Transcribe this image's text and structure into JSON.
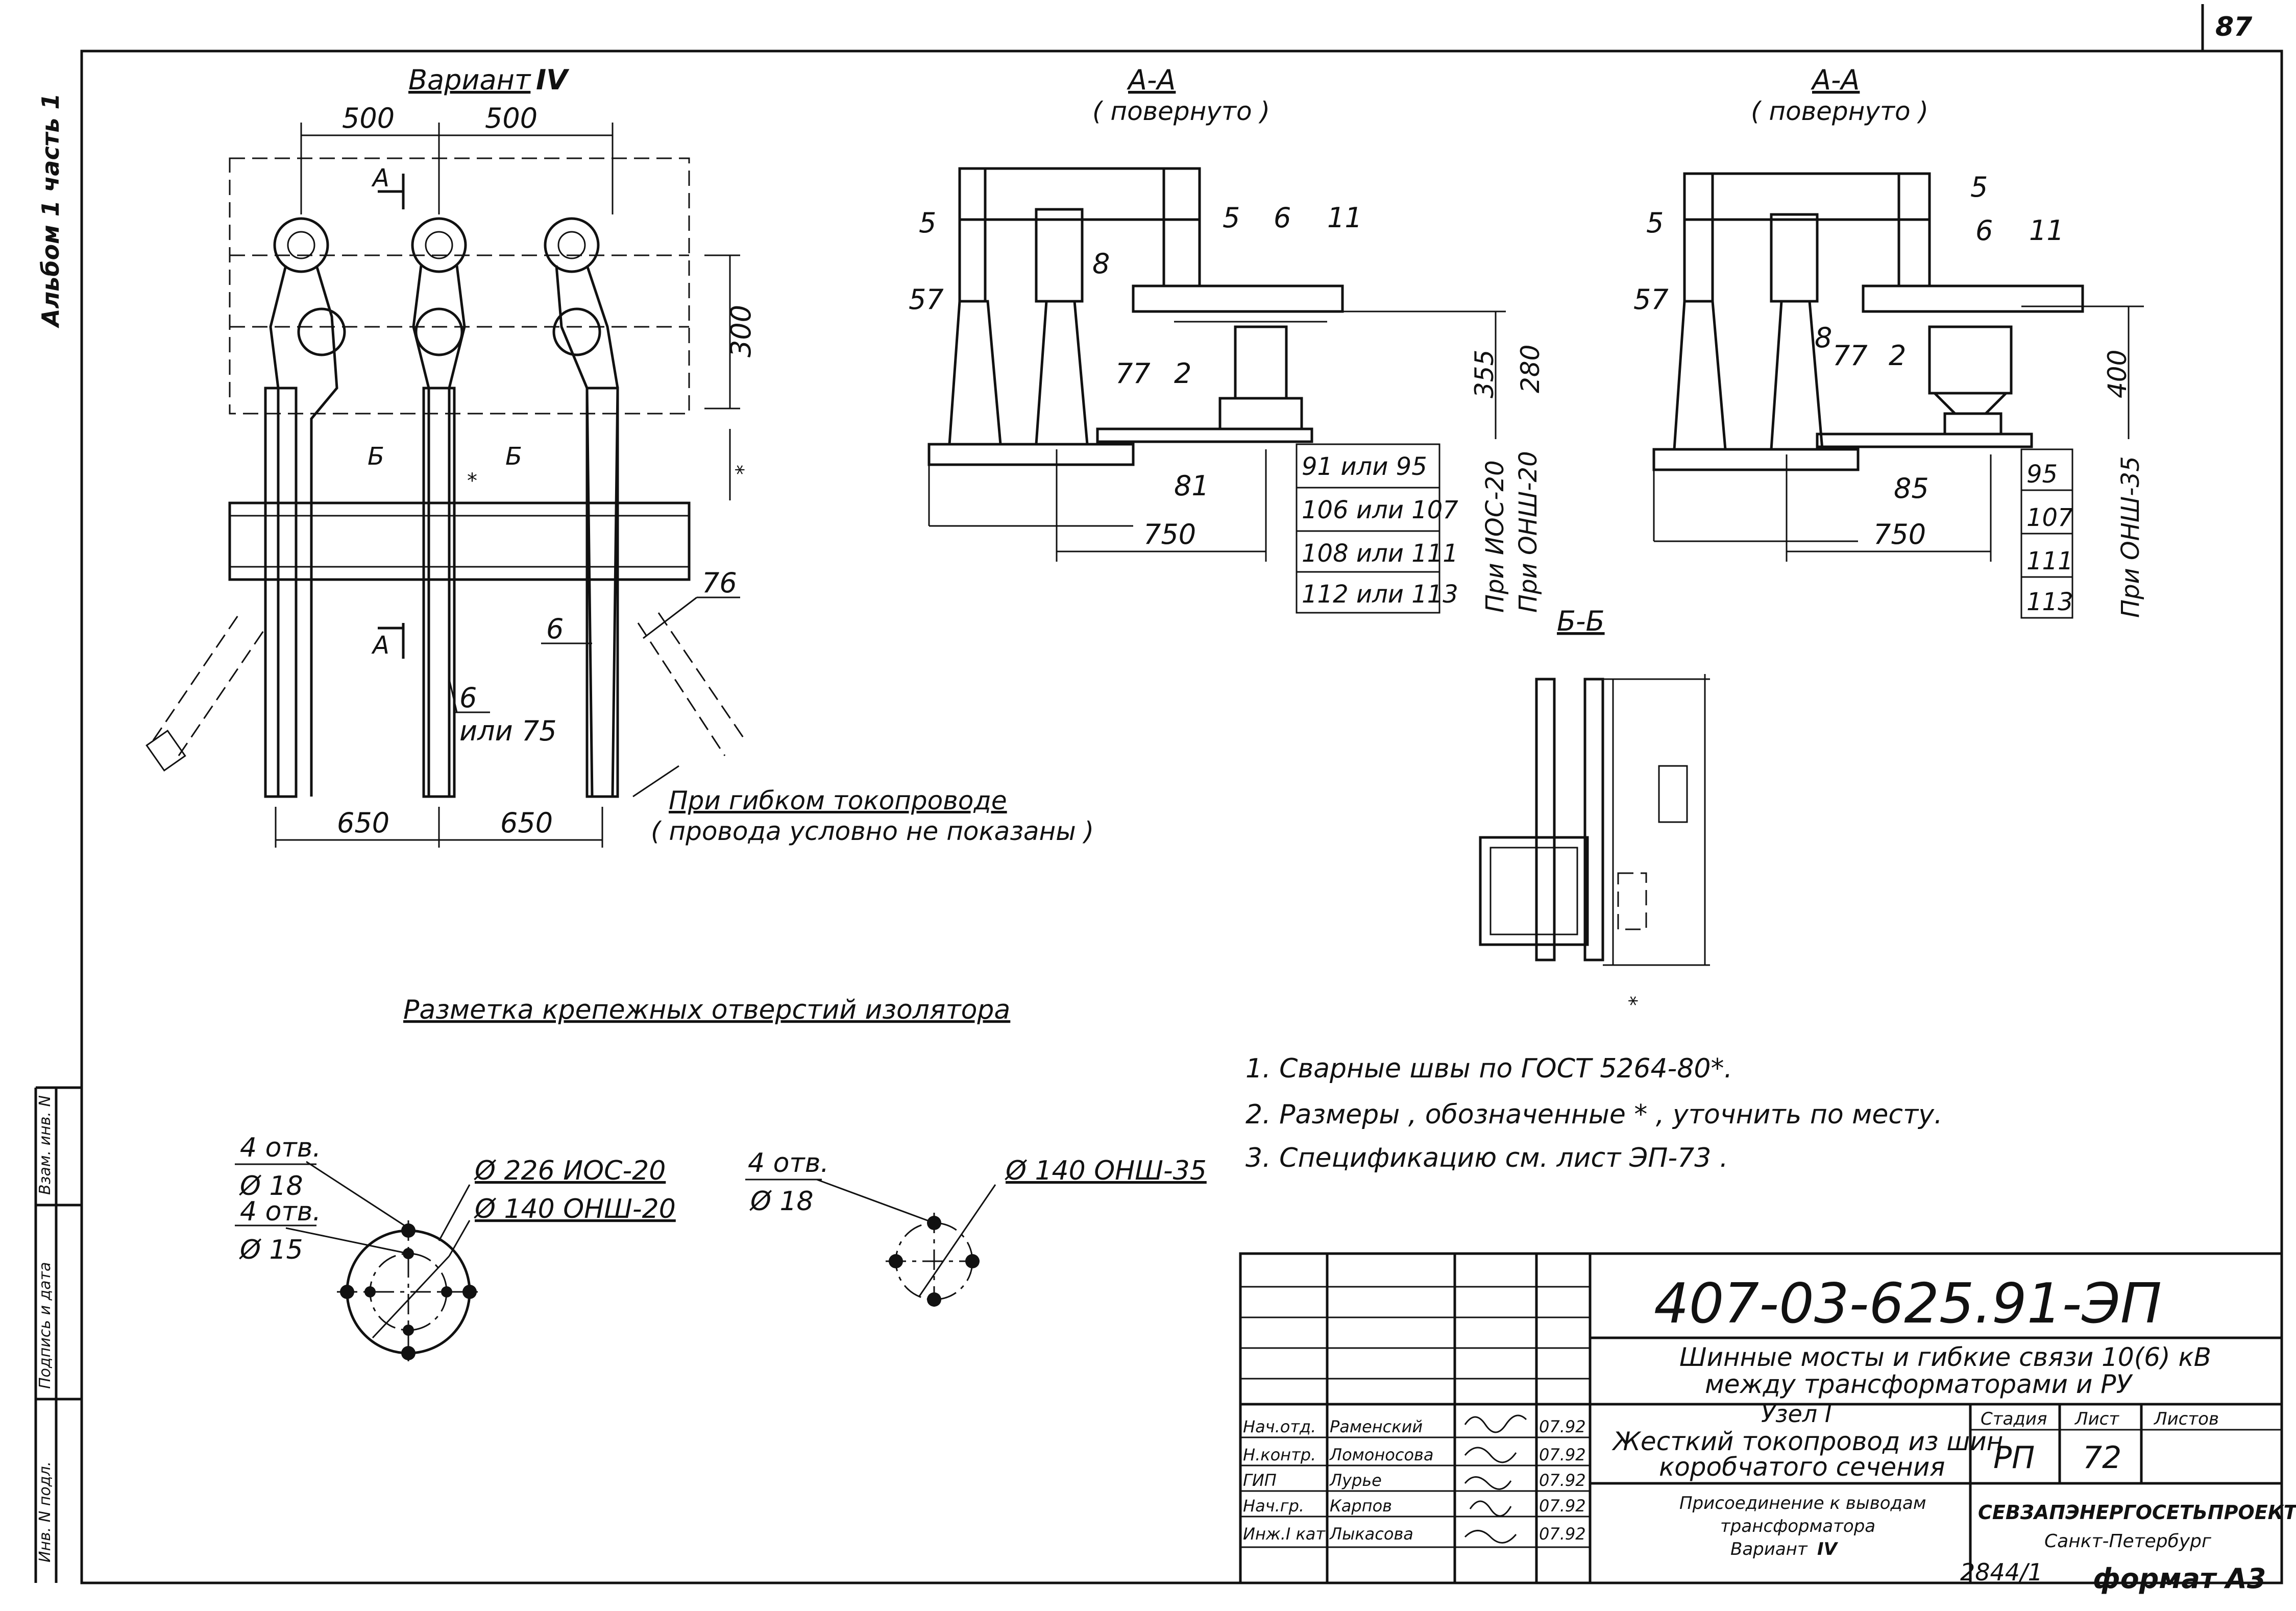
{
  "sheet": {
    "page_number": "87",
    "album_label": "Альбом 1 часть 1",
    "format_label": "формат А3",
    "handwritten_number": "2844/1"
  },
  "side_stamp": {
    "inv_orig": "Инв. N подл.",
    "sign_date": "Подпись и дата",
    "inv_dup": "Взам. инв. N"
  },
  "view_variant": {
    "title": "Вариант",
    "roman": "IV",
    "dim_top_left": "500",
    "dim_top_right": "500",
    "dim_side": "300",
    "dim_bottom_left": "650",
    "dim_bottom_right": "650",
    "sec_a": "А",
    "sec_b": "Б",
    "star": "*",
    "label_6": "6",
    "label_6_or_75": "6",
    "label_or_75": "или 75",
    "label_76": "76",
    "flex_note_1": "При гибком токопроводе",
    "flex_note_2": "( провода условно не показаны )"
  },
  "view_aa1": {
    "title": "А-А",
    "subtitle": "( повернуто )",
    "callouts": [
      "5",
      "57",
      "8",
      "5",
      "6",
      "11",
      "77",
      "2",
      "81"
    ],
    "dim_750": "750",
    "dim_355": "355",
    "dim_280": "280",
    "table": [
      "91 или 95",
      "106 или 107",
      "108 или 111",
      "112 или 113"
    ],
    "side_1": "При ИОС-20",
    "side_2": "При ОНШ-20"
  },
  "view_aa2": {
    "title": "А-А",
    "subtitle": "( повернуто )",
    "callouts": [
      "5",
      "57",
      "8",
      "5",
      "6",
      "11",
      "77",
      "2",
      "85"
    ],
    "dim_750": "750",
    "dim_400": "400",
    "table": [
      "95",
      "107",
      "111",
      "113"
    ],
    "side_1": "При ОНШ-35"
  },
  "view_bb": {
    "title": "Б-Б",
    "star": "*"
  },
  "marking": {
    "title": "Разметка крепежных отверстий изолятора",
    "left_holes_1": "4 отв.",
    "left_dia_1": "Ø 18",
    "left_holes_2": "4 отв.",
    "left_dia_2": "Ø 15",
    "left_callout_1": "Ø 226  ИОС-20",
    "left_callout_2": "Ø 140  ОНШ-20",
    "right_holes": "4 отв.",
    "right_dia": "Ø 18",
    "right_callout": "Ø 140  ОНШ-35"
  },
  "notes": [
    "1.  Сварные швы по ГОСТ 5264-80*.",
    "2.  Размеры , обозначенные * , уточнить по месту.",
    "3.  Спецификацию см. лист ЭП-73 ."
  ],
  "title_block": {
    "doc_code": "407-03-625.91-ЭП",
    "project_1": "Шинные мосты и гибкие связи 10(6) кВ",
    "project_2": "между трансформаторами и РУ",
    "node_1": "Узел I",
    "node_2": "Жесткий токопровод из шин",
    "node_3": "коробчатого сечения",
    "drawing_1": "Присоединение к выводам",
    "drawing_2": "трансформатора",
    "drawing_3": "Вариант",
    "drawing_3_roman": "IV",
    "stage_h": "Стадия",
    "sheet_h": "Лист",
    "sheets_h": "Листов",
    "stage": "РП",
    "sheet": "72",
    "org_1": "СЕВЗАПЭНЕРГОСЕТЬПРОЕКТ",
    "org_2": "Санкт-Петербург",
    "signers": [
      {
        "role": "Нач.отд.",
        "name": "Раменский",
        "date": "07.92"
      },
      {
        "role": "Н.контр.",
        "name": "Ломоносова",
        "date": "07.92"
      },
      {
        "role": "ГИП",
        "name": "Лурье",
        "date": "07.92"
      },
      {
        "role": "Нач.гр.",
        "name": "Карпов",
        "date": "07.92"
      },
      {
        "role": "Инж.I кат.",
        "name": "Лыкасова",
        "date": "07.92"
      }
    ]
  }
}
